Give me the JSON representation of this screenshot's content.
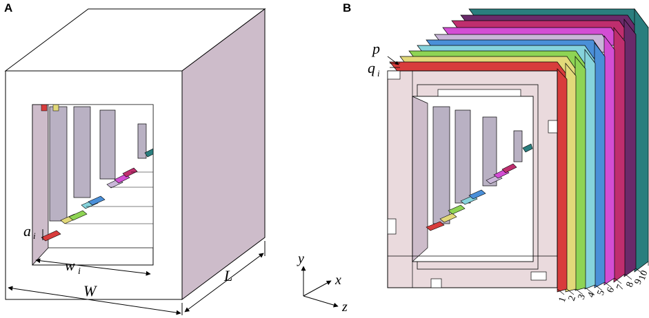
{
  "panels": {
    "a": {
      "label": "A"
    },
    "b": {
      "label": "B"
    }
  },
  "labels": {
    "W": "W",
    "L": "L",
    "w": "w",
    "w_sub": "i",
    "a": "a",
    "a_sub": "i",
    "p": "p",
    "q": "q",
    "q_sub": "i"
  },
  "axes": {
    "y": "y",
    "x": "x",
    "z": "z"
  },
  "layer_numbers": [
    "1",
    "2",
    "3",
    "4",
    "5",
    "6",
    "7",
    "8",
    "9",
    "10"
  ],
  "colors": {
    "outline": "#000000",
    "front_face": "#ffffff",
    "side_face": "#cdbcca",
    "inner_wall": "#b9b1c3",
    "frame_fill": "#eadadd",
    "layers": [
      "#d83c3c",
      "#e2d97a",
      "#8ed454",
      "#86d3dc",
      "#4a8fd8",
      "#c9b6d8",
      "#d34ed4",
      "#bf2e6e",
      "#6a2a6a",
      "#2a7e7e"
    ]
  }
}
